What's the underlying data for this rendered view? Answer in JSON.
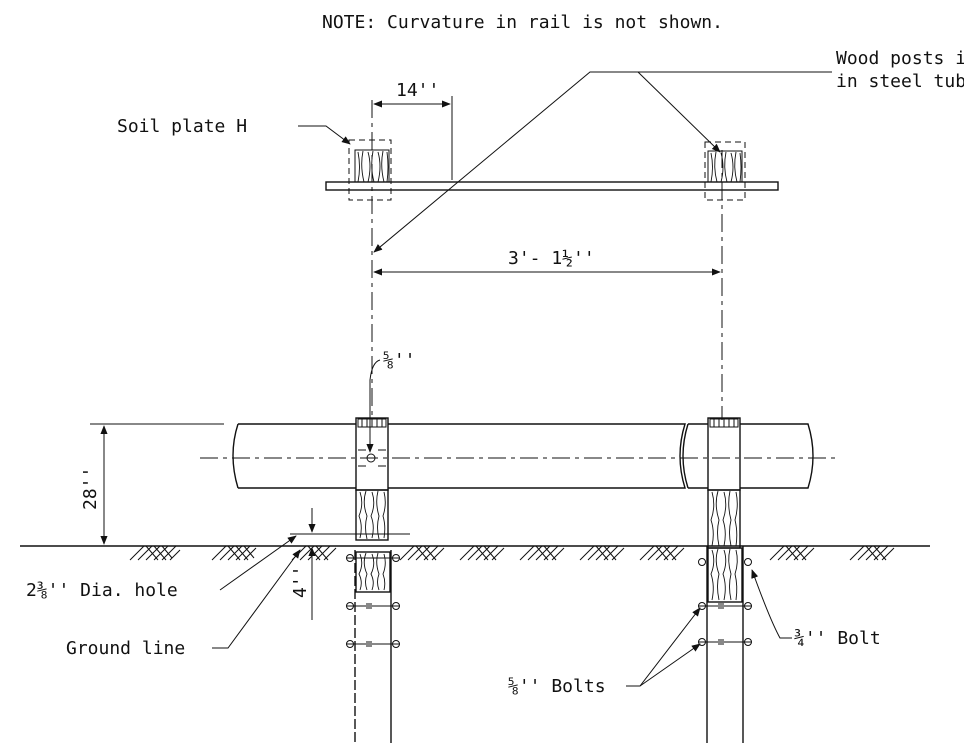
{
  "note": "NOTE: Curvature in rail is not shown.",
  "callouts": {
    "soil_plate": "Soil plate H",
    "wood_posts_line1": "Wood posts inserted",
    "wood_posts_line2": "in steel tube",
    "hole": "2⅜'' Dia. hole",
    "ground_line": "Ground line",
    "bolt_three_quarter": "¾'' Bolt",
    "bolts_five_eighths": "⅝'' Bolts"
  },
  "dimensions": {
    "plate_width": "14''",
    "post_spacing": "3'- 1½''",
    "bolt_dia": "⅝''",
    "rail_height": "28''",
    "depth": "4''"
  }
}
